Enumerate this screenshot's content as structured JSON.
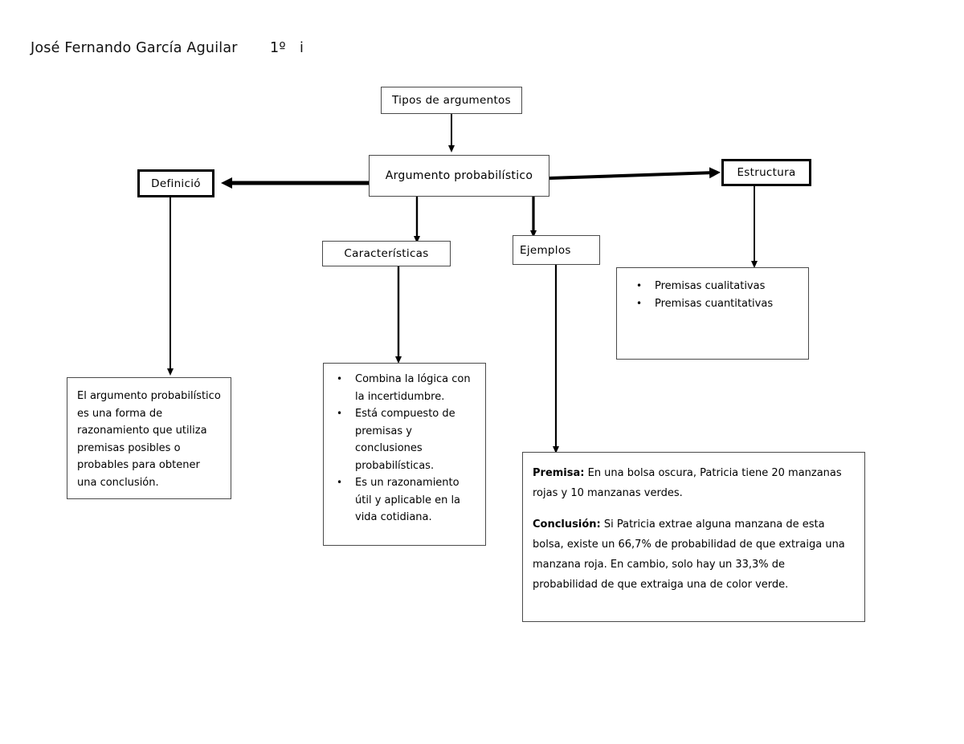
{
  "header": {
    "student_name": "José Fernando García Aguilar",
    "group": "1º   i",
    "line": "José Fernando García Aguilar       1º   i"
  },
  "nodes": {
    "root": {
      "label": "Tipos de argumentos"
    },
    "main": {
      "label": "Argumento probabilístico"
    },
    "definicion": {
      "label": "Definició"
    },
    "estructura": {
      "label": "Estructura"
    },
    "caracteristicas": {
      "label": "Características"
    },
    "ejemplos": {
      "label": "Ejemplos"
    }
  },
  "panels": {
    "estructura_items": {
      "bullets": [
        "Premisas cualitativas",
        "Premisas   cuantitativas"
      ]
    },
    "definicion_text": {
      "text": "El argumento probabilístico es una forma de razonamiento que utiliza premisas posibles o probables para obtener una conclusión."
    },
    "caracteristicas_items": {
      "bullets": [
        "Combina la lógica con la incertidumbre.",
        "Está compuesto de premisas y conclusiones probabilísticas.",
        "Es un razonamiento útil y aplicable en la vida cotidiana."
      ]
    },
    "ejemplo_text": {
      "premisa_label": "Premisa:",
      "premisa_body": " En una bolsa oscura, Patricia tiene 20 manzanas rojas y 10 manzanas verdes.",
      "conclusion_label": "Conclusión:",
      "conclusion_body": " Si Patricia extrae alguna manzana de esta bolsa, existe un 66,7% de probabilidad de que extraiga una manzana roja. En cambio, solo hay un 33,3% de probabilidad de que extraiga una de color verde."
    }
  },
  "colors": {
    "ink": "#000000",
    "box_border": "#4a4a4a",
    "emphasis_border": "#000000",
    "page_background": "#ffffff"
  }
}
